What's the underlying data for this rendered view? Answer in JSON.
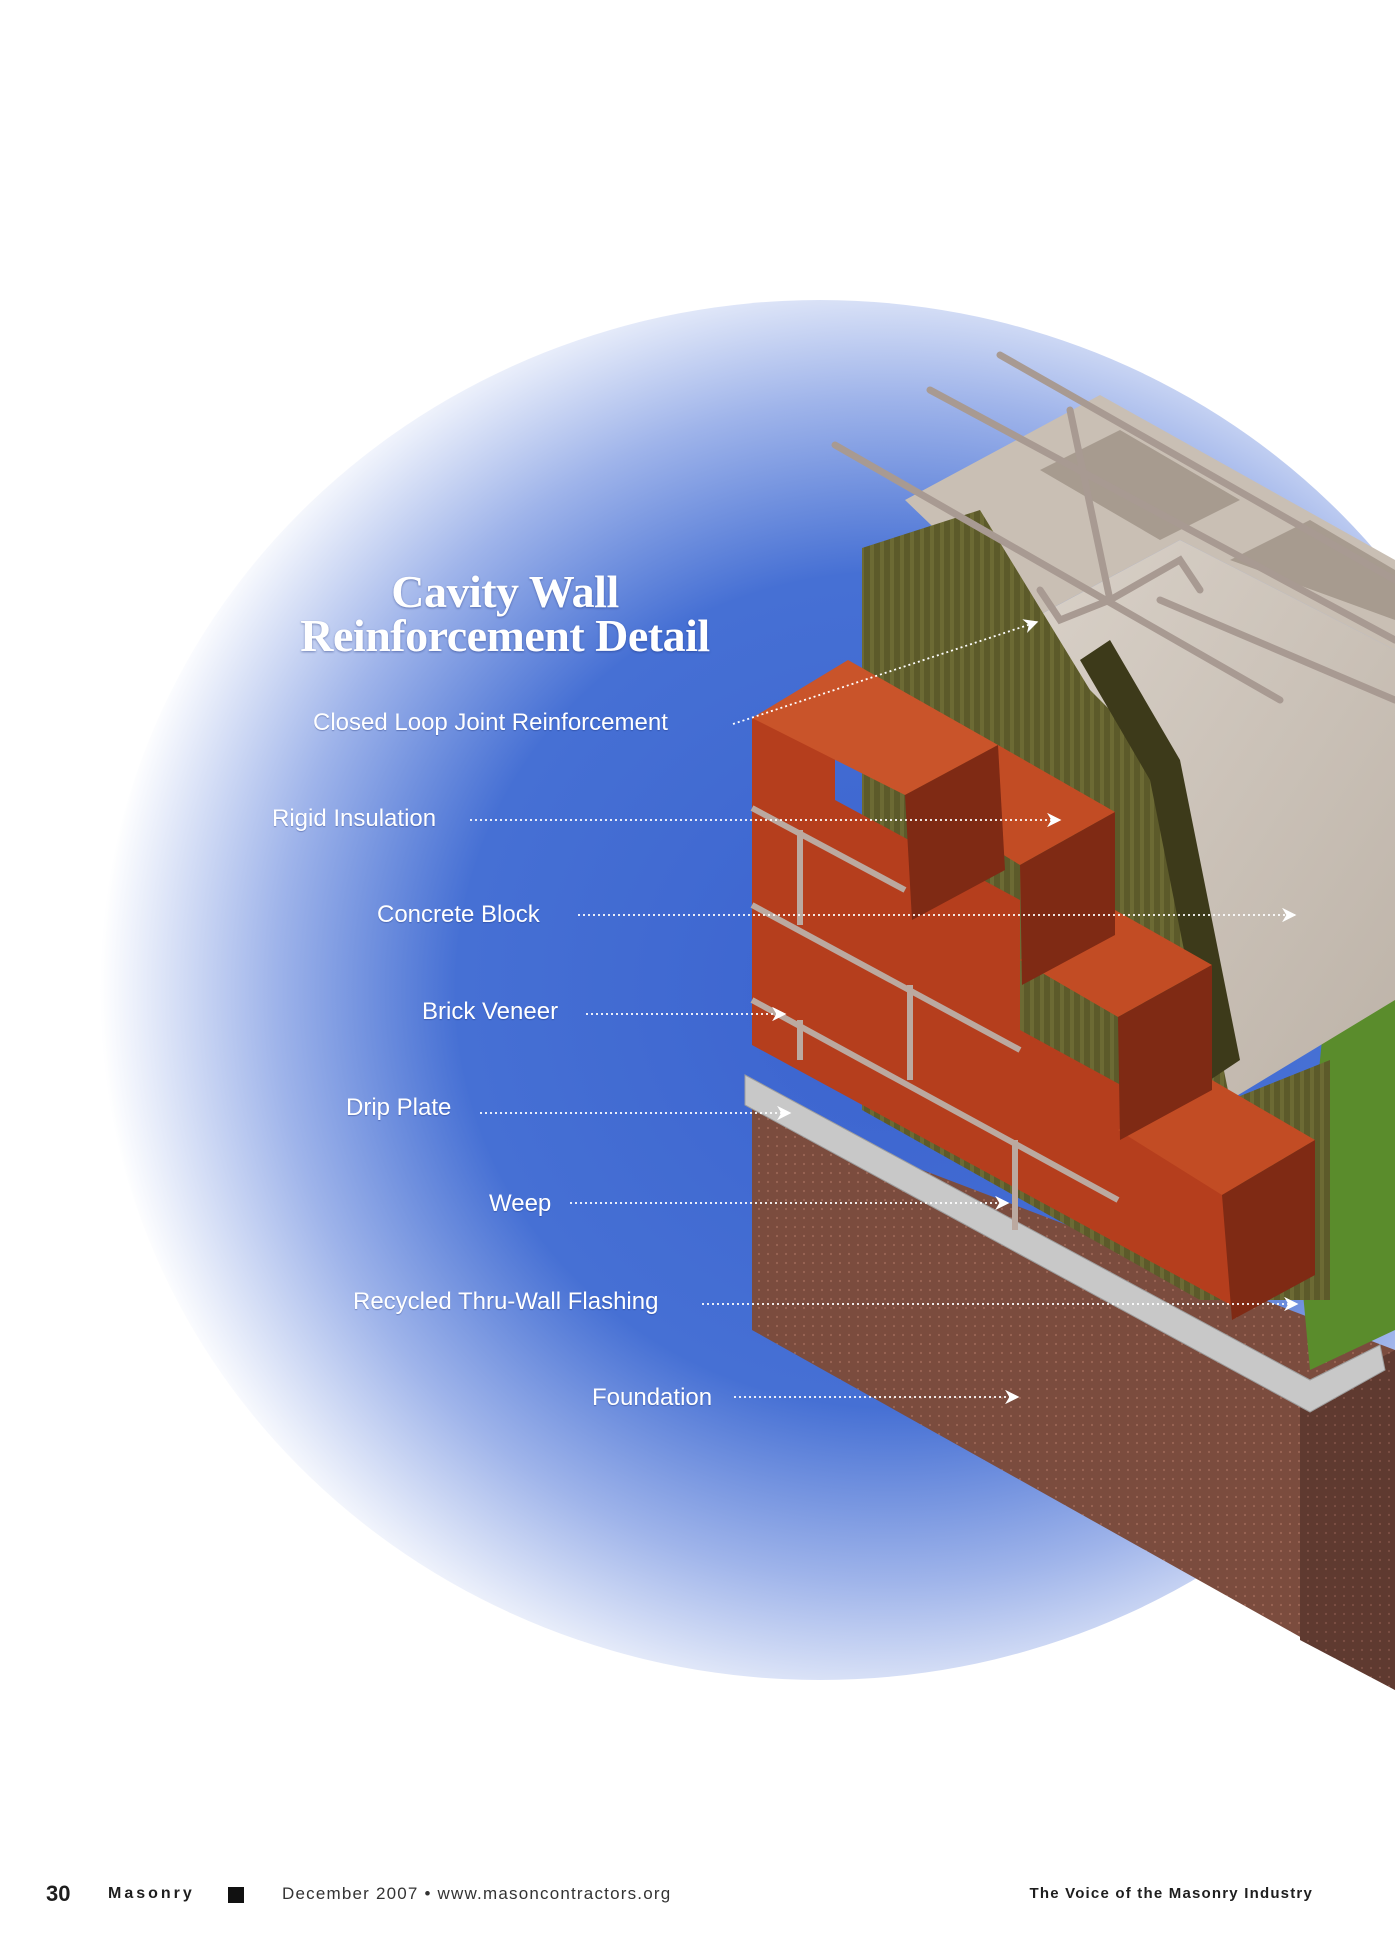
{
  "title_lines": [
    "Cavity Wall",
    "Reinforcement Detail"
  ],
  "labels": [
    {
      "id": "closed-loop-joint-reinforcement",
      "text": "Closed Loop Joint Reinforcement"
    },
    {
      "id": "rigid-insulation",
      "text": "Rigid Insulation"
    },
    {
      "id": "concrete-block",
      "text": "Concrete Block"
    },
    {
      "id": "brick-veneer",
      "text": "Brick Veneer"
    },
    {
      "id": "drip-plate",
      "text": "Drip Plate"
    },
    {
      "id": "weep",
      "text": "Weep"
    },
    {
      "id": "recycled-thru-wall-flashing",
      "text": "Recycled Thru-Wall Flashing"
    },
    {
      "id": "foundation",
      "text": "Foundation"
    }
  ],
  "footer": {
    "page_number": "30",
    "magazine": "Masonry",
    "issue": "December 2007 • www.masoncontractors.org",
    "tagline": "The Voice of the Masonry Industry"
  },
  "colors": {
    "background_blue": "#3f66d0",
    "brick": "#b8401f",
    "insulation": "#5f5c2c",
    "concrete": "#cfc6bc",
    "foundation": "#7b4b3c",
    "flashing": "#5a8c2c"
  }
}
